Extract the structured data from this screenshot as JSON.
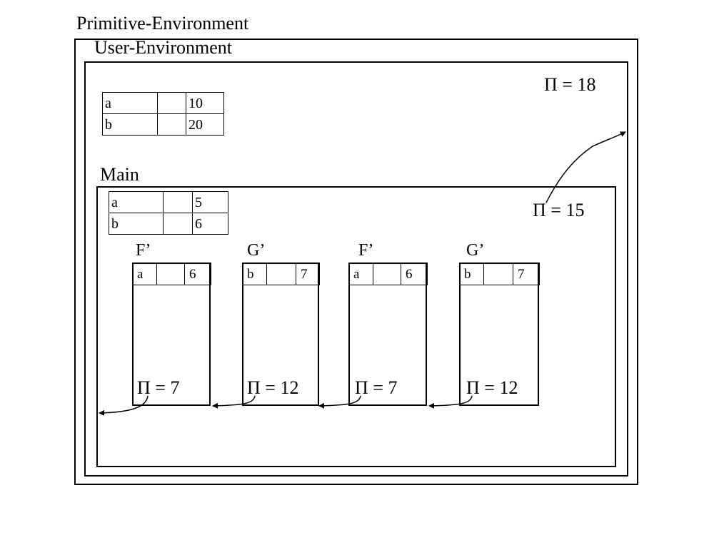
{
  "primitive": {
    "title": "Primitive-Environment"
  },
  "user": {
    "title": "User-Environment",
    "pi": "Π = 18",
    "vars": [
      {
        "name": "a",
        "value": "10"
      },
      {
        "name": "b",
        "value": "20"
      }
    ]
  },
  "main": {
    "title": "Main",
    "pi": "Π = 15",
    "vars": [
      {
        "name": "a",
        "value": "5"
      },
      {
        "name": "b",
        "value": "6"
      }
    ]
  },
  "frames": [
    {
      "title": "F’",
      "var": "a",
      "value": "6",
      "pi": "Π = 7"
    },
    {
      "title": "G’",
      "var": "b",
      "value": "7",
      "pi": "Π = 12"
    },
    {
      "title": "F’",
      "var": "a",
      "value": "6",
      "pi": "Π = 7"
    },
    {
      "title": "G’",
      "var": "b",
      "value": "7",
      "pi": "Π = 12"
    }
  ]
}
